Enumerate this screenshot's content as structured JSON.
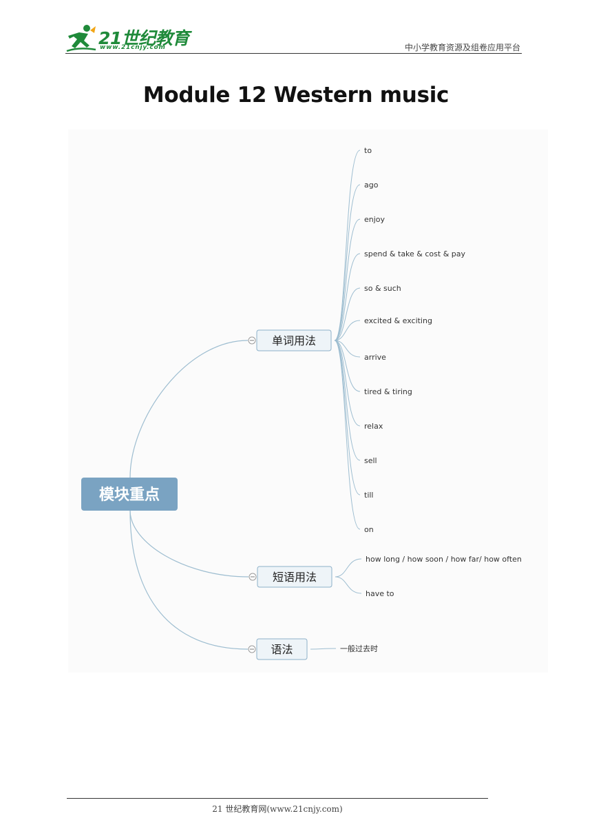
{
  "header": {
    "logo_text": "21世纪教育",
    "logo_url": "www.21cnjy.com",
    "tagline": "中小学教育资源及组卷应用平台"
  },
  "title": "Module 12 Western music",
  "mindmap": {
    "root": "模块重点",
    "branches": [
      {
        "label": "单词用法",
        "items": [
          "to",
          "ago",
          "enjoy",
          "spend & take & cost & pay",
          "so & such",
          "excited & exciting",
          "arrive",
          "tired & tiring",
          "relax",
          "sell",
          "till",
          "on"
        ]
      },
      {
        "label": "短语用法",
        "items": [
          "how long / how soon / how far/ how often",
          "have to"
        ]
      },
      {
        "label": "语法",
        "items": [
          "一般过去时"
        ]
      }
    ],
    "colors": {
      "root_fill": "#7aa3c2",
      "root_text": "#ffffff",
      "branch_fill": "#eef4f8",
      "branch_border": "#8cb0c8",
      "line": "#9dbdd0",
      "leaf_text": "#333333"
    }
  },
  "footer": {
    "text": "21 世纪教育网(www.21cnjy.com)"
  }
}
